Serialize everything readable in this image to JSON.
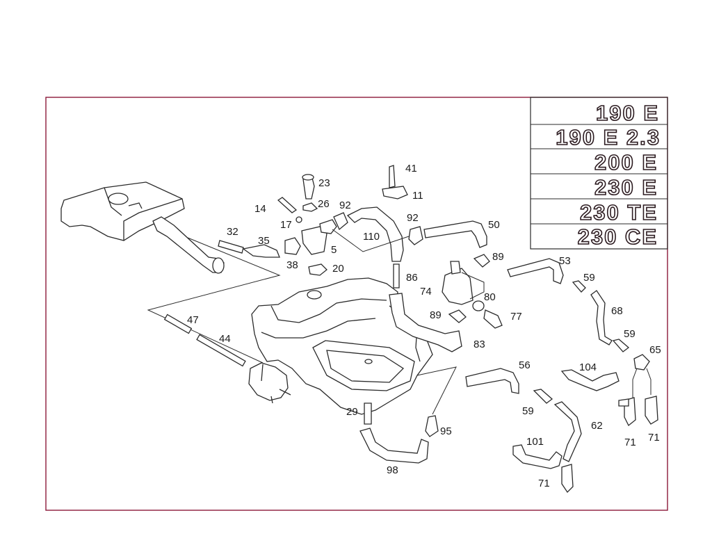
{
  "colors": {
    "frame": "#8b1a3a",
    "ink": "#2a2a2a",
    "background": "#ffffff"
  },
  "badges": [
    "190 E",
    "190 E 2.3",
    "200 E",
    "230 E",
    "230 TE",
    "230 CE"
  ],
  "callouts": {
    "c41": "41",
    "c11": "11",
    "c23": "23",
    "c26": "26",
    "c14": "14",
    "c17": "17",
    "c92a": "92",
    "c92b": "92",
    "c50": "50",
    "c110": "110",
    "c32": "32",
    "c35": "35",
    "c5": "5",
    "c38": "38",
    "c20": "20",
    "c89a": "89",
    "c53": "53",
    "c86": "86",
    "c74": "74",
    "c80": "80",
    "c59a": "59",
    "c68": "68",
    "c89b": "89",
    "c77": "77",
    "c47": "47",
    "c44": "44",
    "c83": "83",
    "c59b": "59",
    "c65": "65",
    "c56": "56",
    "c104": "104",
    "c59c": "59",
    "c62": "62",
    "c29": "29",
    "c95": "95",
    "c101": "101",
    "c71a": "71",
    "c71b": "71",
    "c98": "98",
    "c71c": "71"
  }
}
